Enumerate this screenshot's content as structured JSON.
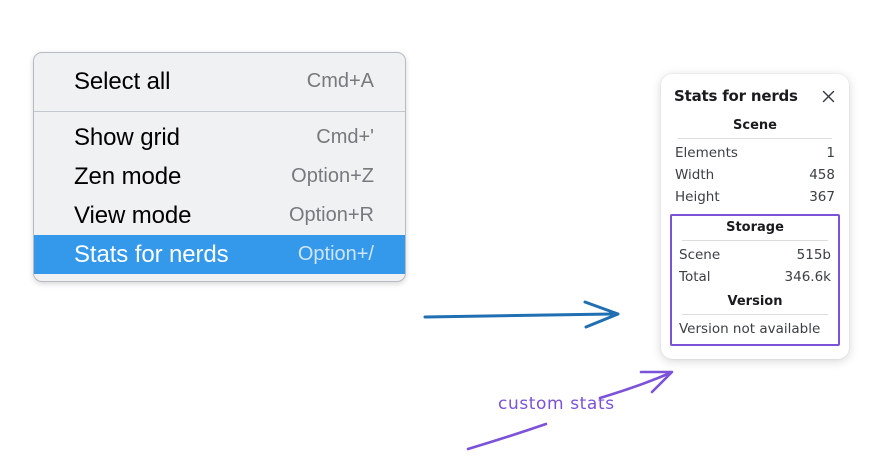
{
  "menu": {
    "groups": [
      {
        "items": [
          {
            "label": "Select all",
            "shortcut": "Cmd+A",
            "selected": false
          }
        ]
      },
      {
        "items": [
          {
            "label": "Show grid",
            "shortcut": "Cmd+'",
            "selected": false
          },
          {
            "label": "Zen mode",
            "shortcut": "Option+Z",
            "selected": false
          },
          {
            "label": "View mode",
            "shortcut": "Option+R",
            "selected": false
          },
          {
            "label": "Stats for nerds",
            "shortcut": "Option+/",
            "selected": true
          }
        ]
      }
    ],
    "highlight_color": "#3498eb"
  },
  "stats_panel": {
    "title": "Stats for nerds",
    "close_icon": "close-icon",
    "scene": {
      "heading": "Scene",
      "rows": [
        {
          "key": "Elements",
          "value": "1"
        },
        {
          "key": "Width",
          "value": "458"
        },
        {
          "key": "Height",
          "value": "367"
        }
      ]
    },
    "storage": {
      "heading": "Storage",
      "rows": [
        {
          "key": "Scene",
          "value": "515b"
        },
        {
          "key": "Total",
          "value": "346.6k"
        }
      ]
    },
    "version": {
      "heading": "Version",
      "text": "Version not available"
    },
    "custom_outline_color": "#7b52d8"
  },
  "annotations": {
    "label": "custom stats",
    "label_color": "#7b52d8",
    "blue_arrow_color": "#1f6fb2"
  }
}
